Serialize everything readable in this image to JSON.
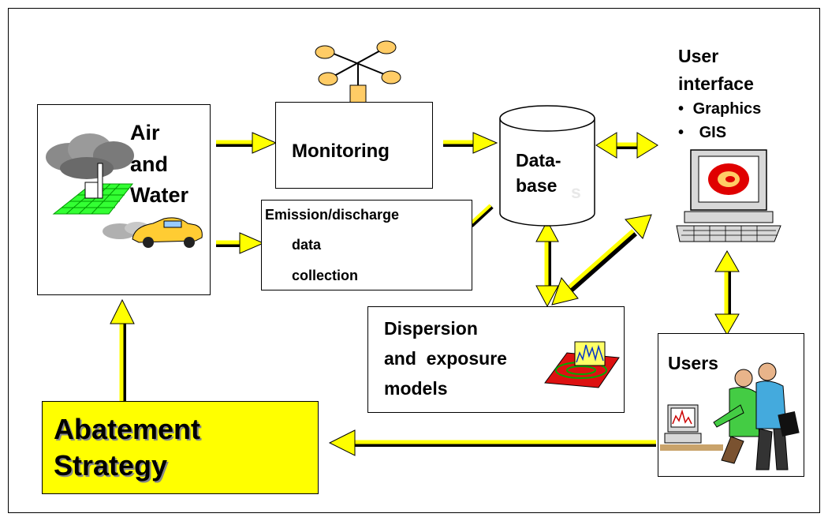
{
  "air_water": {
    "line1": "Air",
    "line2": "and",
    "line3": "Water"
  },
  "monitoring": {
    "label": "Monitoring"
  },
  "emission": {
    "line1": "Emission/discharge",
    "line2": "data",
    "line3": "collection"
  },
  "database": {
    "line1": "Data-",
    "line2": "base",
    "suffix": "s"
  },
  "user_interface": {
    "line1": "User",
    "line2": "interface",
    "bullets": [
      "Graphics",
      "GIS"
    ]
  },
  "dispersion": {
    "line1": "Dispersion",
    "line2": "and  exposure",
    "line3": "models"
  },
  "users": {
    "label": "Users"
  },
  "abatement": {
    "line1": "Abatement",
    "line2": "Strategy"
  },
  "colors": {
    "arrow": "#ffff00",
    "box_fill_abatement": "#ffff00",
    "grid": "#33ff33",
    "target": "#e00000"
  }
}
